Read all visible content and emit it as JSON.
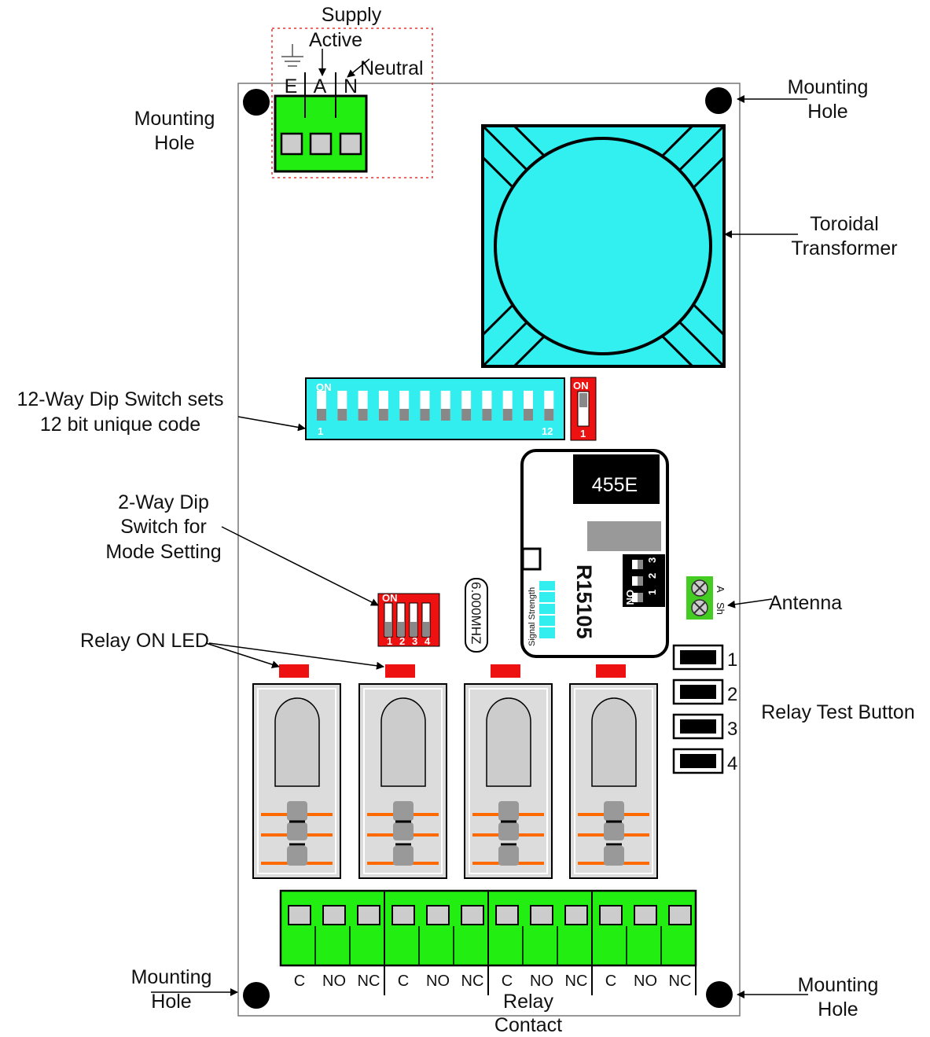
{
  "labels": {
    "supply": "Supply",
    "active": "Active",
    "neutral": "Neutral",
    "mounting_hole_line1": "Mounting",
    "mounting_hole_line2": "Hole",
    "toroidal_line1": "Toroidal",
    "toroidal_line2": "Transformer",
    "dip12_line1": "12-Way Dip Switch sets",
    "dip12_line2": "12 bit unique code",
    "dip2_line1": "2-Way Dip",
    "dip2_line2": "Switch for",
    "dip2_line3": "Mode Setting",
    "relay_led": "Relay ON LED",
    "antenna": "Antenna",
    "relay_test": "Relay Test Button",
    "relay_contact_line1": "Relay",
    "relay_contact_line2": "Contact"
  },
  "supply_terminal": {
    "pins": [
      "E",
      "A",
      "N"
    ]
  },
  "dip12": {
    "on_label": "ON",
    "first": "1",
    "last": "12",
    "count": 12
  },
  "dip_small_red": {
    "on_label": "ON",
    "num": "1"
  },
  "dip2": {
    "on_label": "ON",
    "nums": [
      "1",
      "2",
      "3",
      "4"
    ]
  },
  "receiver": {
    "chip": "455E",
    "model": "R15105",
    "signal_label": "Signal Strength",
    "dip_on": "ON",
    "dip_nums": [
      "1",
      "2",
      "3"
    ]
  },
  "crystal": "6.000MHZ",
  "antenna_pins": [
    "A",
    "Sh"
  ],
  "test_buttons": [
    "1",
    "2",
    "3",
    "4"
  ],
  "relay_terminals": [
    "C",
    "NO",
    "NC"
  ],
  "relay_count": 4,
  "colors": {
    "terminal_green": "#22ee11",
    "dip_cyan": "#33eeee",
    "transformer_cyan": "#33f0f0",
    "led_red": "#ee1111",
    "relay_grey": "#dcdcdc",
    "relay_orange": "#ff6a00"
  }
}
